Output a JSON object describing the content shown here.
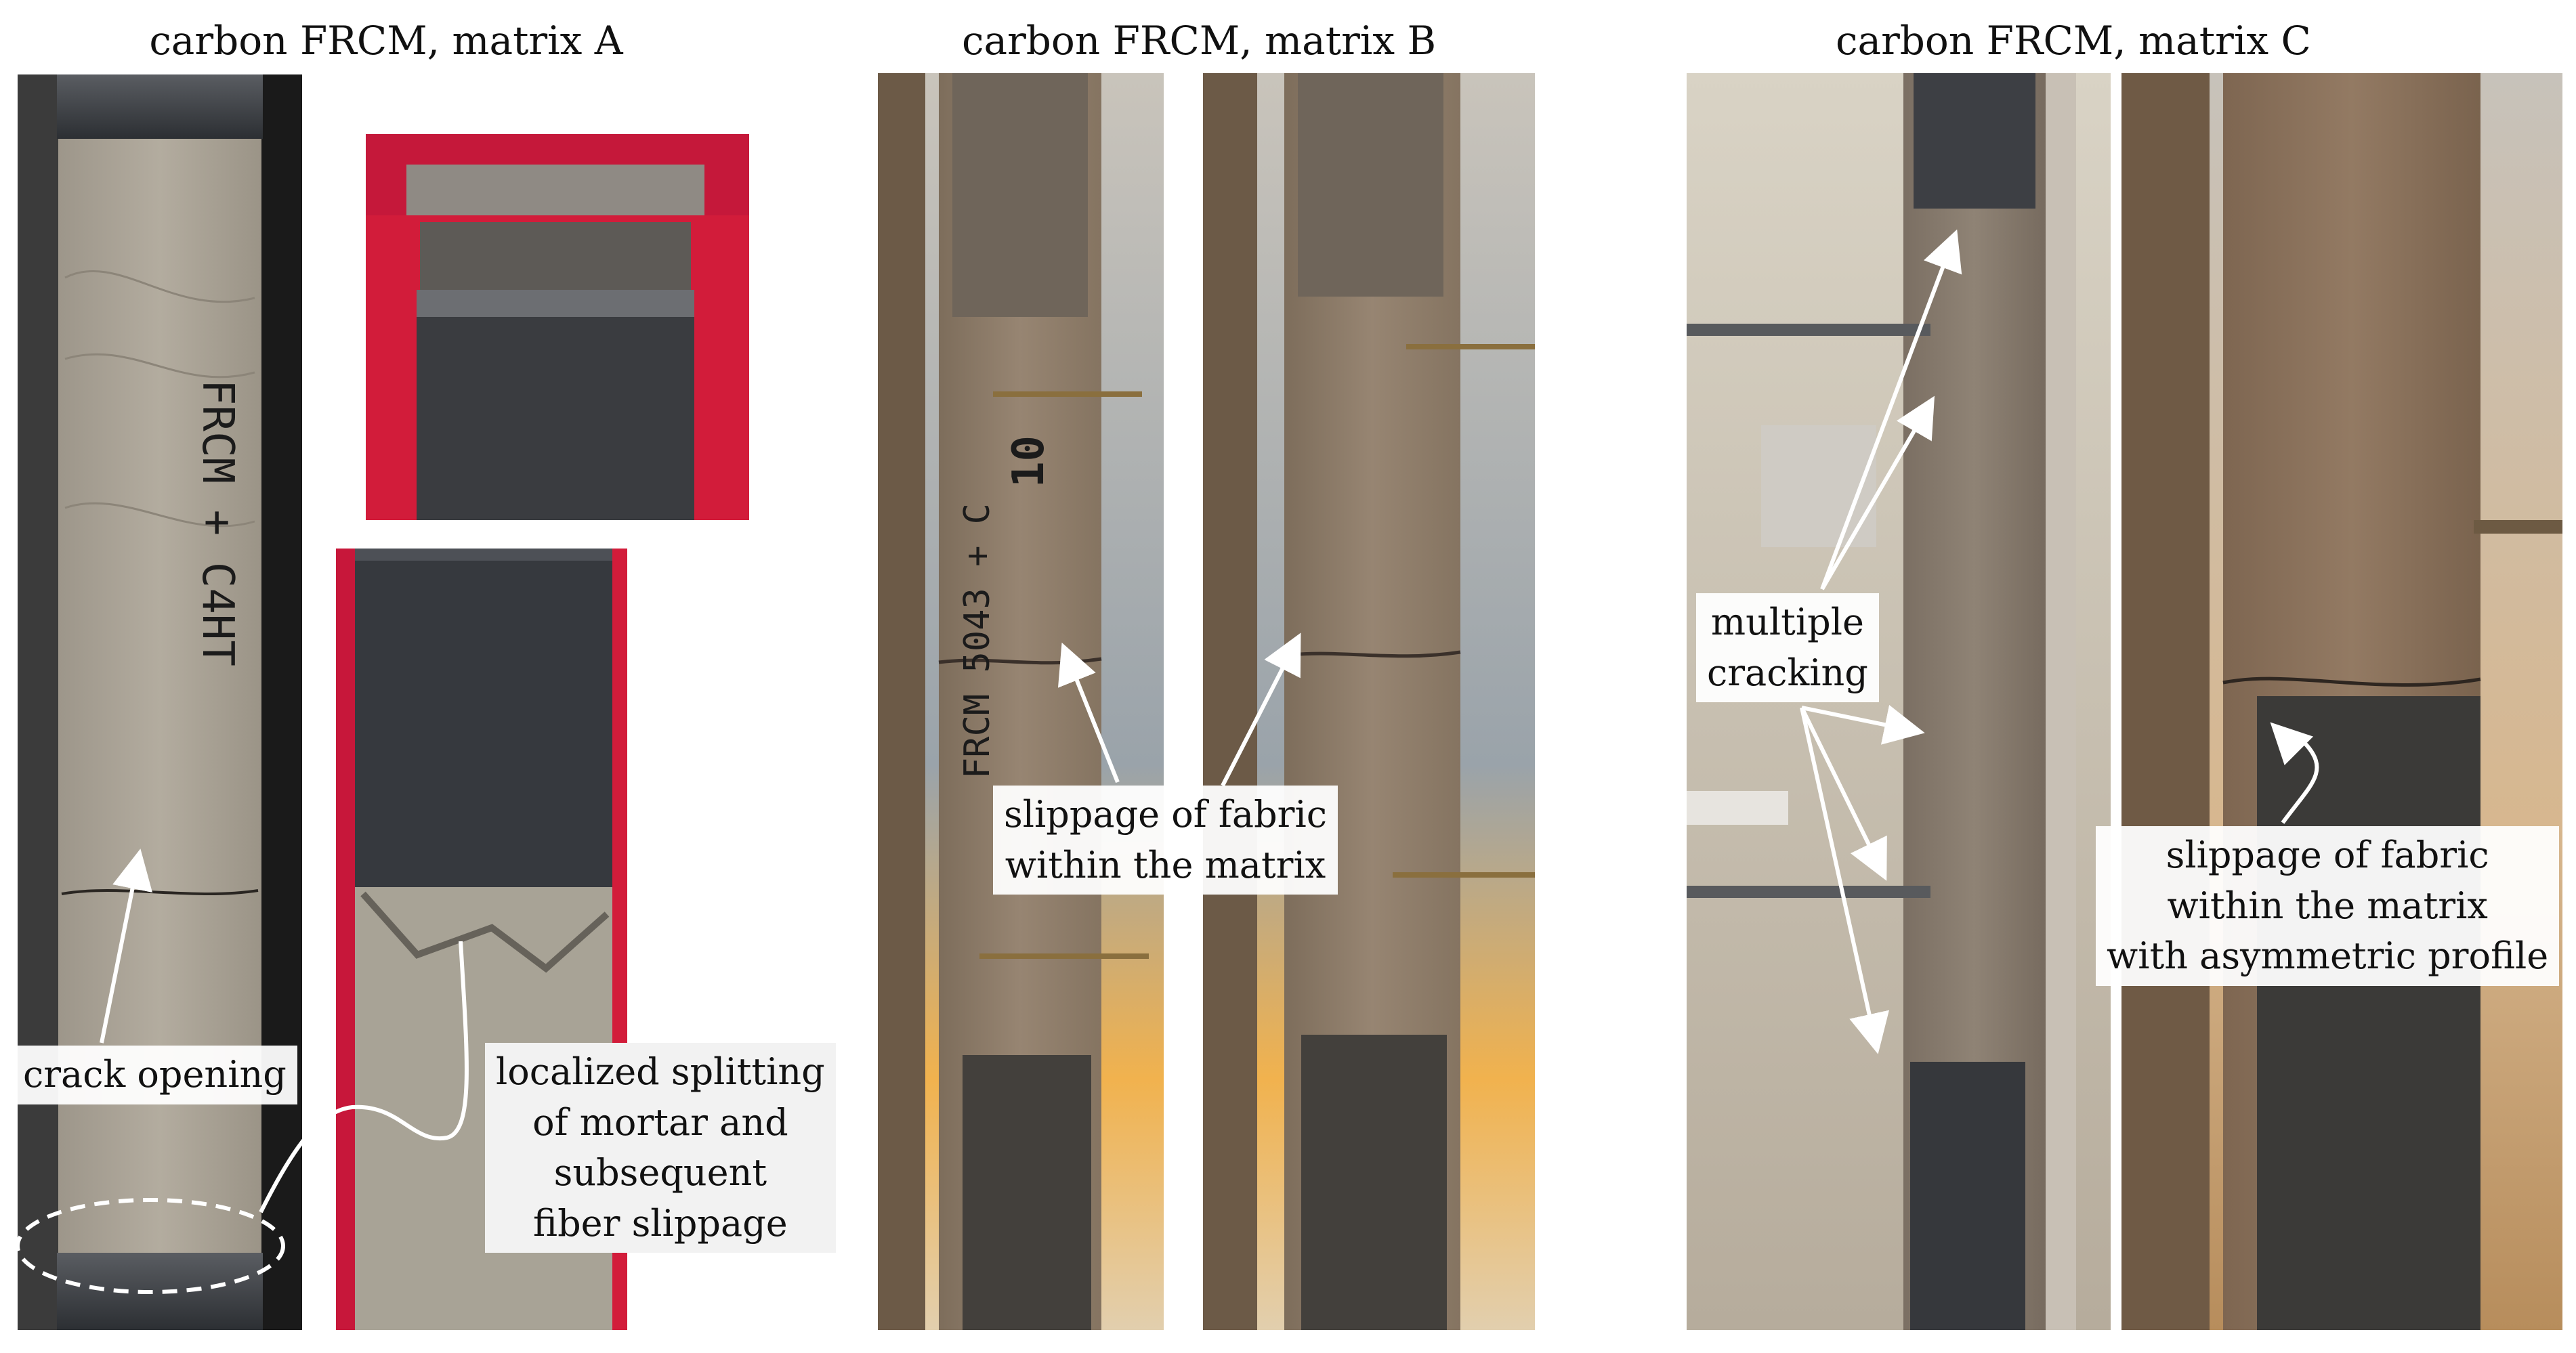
{
  "titles": {
    "panel_a": "carbon FRCM, matrix A",
    "panel_b": "carbon FRCM, matrix B",
    "panel_c": "carbon FRCM, matrix C"
  },
  "annotations": {
    "crack_opening": "crack opening",
    "localized_splitting": [
      "localized splitting",
      "of mortar and",
      "subsequent",
      "fiber slippage"
    ],
    "slippage_b": [
      "slippage of fabric",
      "within the matrix"
    ],
    "multiple_cracking": [
      "multiple",
      "cracking"
    ],
    "slippage_c": [
      "slippage of fabric",
      "within the matrix",
      "with asymmetric profile"
    ]
  },
  "specimen_markings": {
    "a": "FRCM + C4HT",
    "b_code": "FRCM 5043 + C",
    "b_number": "10"
  },
  "colors": {
    "mortar_grey": "#a59d90",
    "mortar_brown": "#8d7b66",
    "steel_tab": "#3a3d42",
    "red_backdrop": "#d11d3a",
    "arrow": "#ffffff",
    "orange_glow": "#f3b04c"
  }
}
